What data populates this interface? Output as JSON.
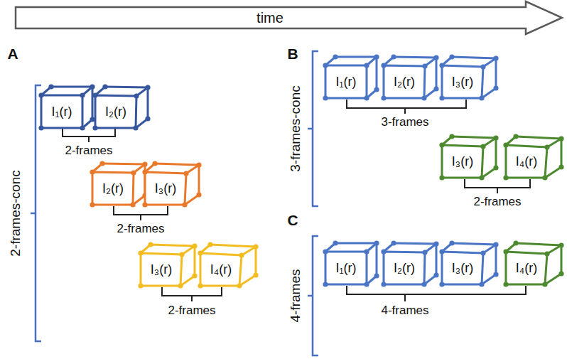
{
  "diagram": {
    "nodes": [
      {
        "text": [
          "time"
        ]
      },
      {
        "text": [
          "I₁(r)"
        ]
      },
      {
        "text": [
          "I₂(r)"
        ]
      },
      {
        "text": [
          "I₂(r)"
        ]
      },
      {
        "text": [
          "I₃(r)"
        ]
      },
      {
        "text": [
          "I₃(r)"
        ]
      },
      {
        "text": [
          "I₄(r)"
        ]
      },
      {
        "text": [
          "I₁(r)"
        ]
      },
      {
        "text": [
          "I₂(r)"
        ]
      },
      {
        "text": [
          "I₃(r)"
        ]
      },
      {
        "text": [
          "I₃(r)"
        ]
      },
      {
        "text": [
          "I₄(r)"
        ]
      },
      {
        "text": [
          "I₁(r)"
        ]
      },
      {
        "text": [
          "I₂(r)"
        ]
      },
      {
        "text": [
          "I₃(r)"
        ]
      },
      {
        "text": [
          "I₄(r)"
        ]
      }
    ],
    "labels": [
      "A",
      "2-frames-conc",
      "2-frames",
      "2-frames",
      "2-frames",
      "B",
      "3-frames-conc",
      "3-frames",
      "2-frames",
      "C",
      "4-frames",
      "4-frames"
    ]
  }
}
